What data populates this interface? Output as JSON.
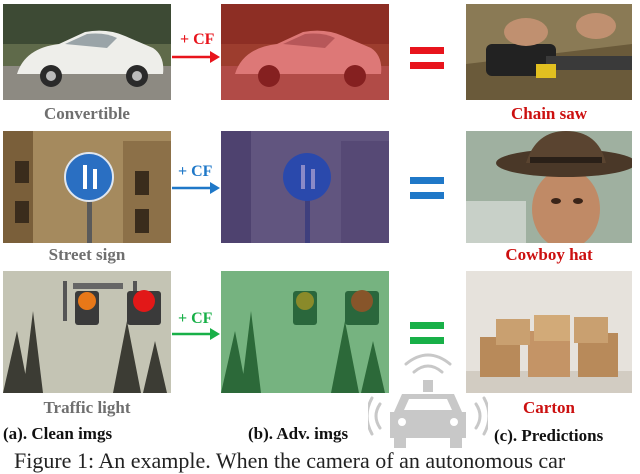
{
  "rows": [
    {
      "source_label": "Convertible",
      "arrow_label": "+ CF",
      "arrow_color": "#e8141c",
      "tint": "#d01818",
      "prediction": "Chain saw"
    },
    {
      "source_label": "Street sign",
      "arrow_label": "+ CF",
      "arrow_color": "#1f78c8",
      "tint": "#2a2a9a",
      "prediction": "Cowboy hat"
    },
    {
      "source_label": "Traffic light",
      "arrow_label": "+ CF",
      "arrow_color": "#18b048",
      "tint": "#18a040",
      "prediction": "Carton"
    }
  ],
  "columns": {
    "clean": "(a). Clean imgs",
    "adv": "(b). Adv. imgs",
    "pred": "(c). Predictions"
  },
  "caption": "Figure 1: An example. When the camera of an autonomous car",
  "icons": {
    "car": "autonomous-car-icon"
  }
}
